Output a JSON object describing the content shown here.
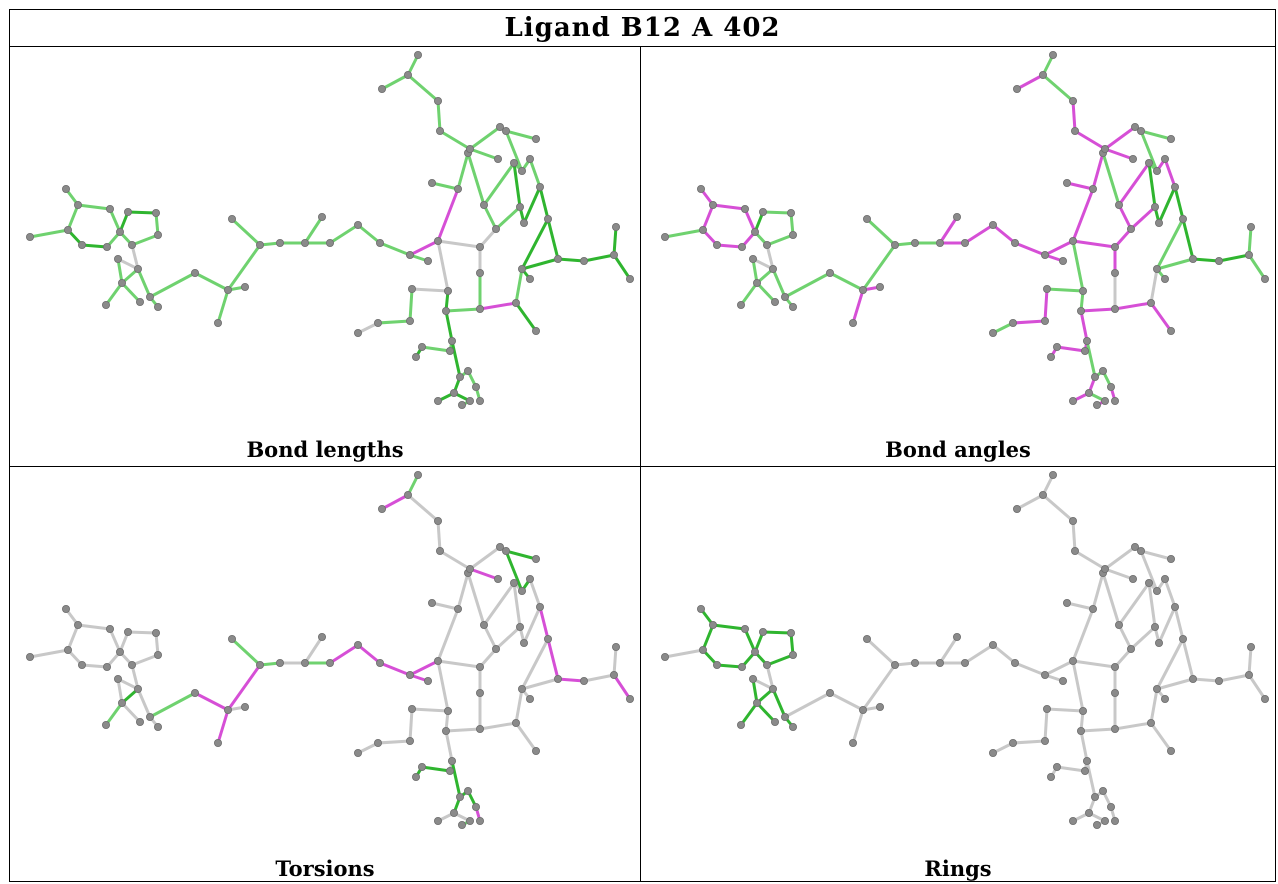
{
  "title": "Ligand B12 A 402",
  "panels": [
    {
      "caption": "Bond lengths"
    },
    {
      "caption": "Bond angles"
    },
    {
      "caption": "Torsions"
    },
    {
      "caption": "Rings"
    }
  ],
  "colors": {
    "atom": "#8a8a8a",
    "atom_outline": "#6e6e6e",
    "bond_default": "#c8c8c8",
    "green_light": "#6fd26f",
    "green_dark": "#2fb52f",
    "magenta": "#d64fd6",
    "magenta_dark": "#b020b0"
  }
}
